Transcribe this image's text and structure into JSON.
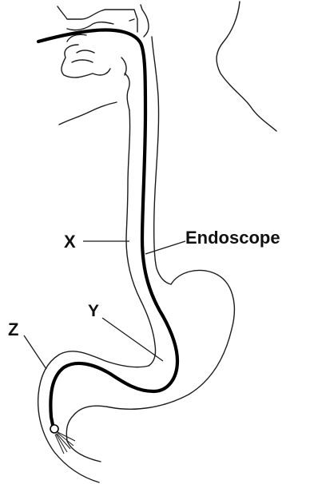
{
  "labels": {
    "x": "X",
    "y": "Y",
    "z": "Z",
    "endoscope": "Endoscope"
  },
  "colors": {
    "outline": "#1a1a1a",
    "endoscope": "#000000",
    "background": "#ffffff"
  }
}
